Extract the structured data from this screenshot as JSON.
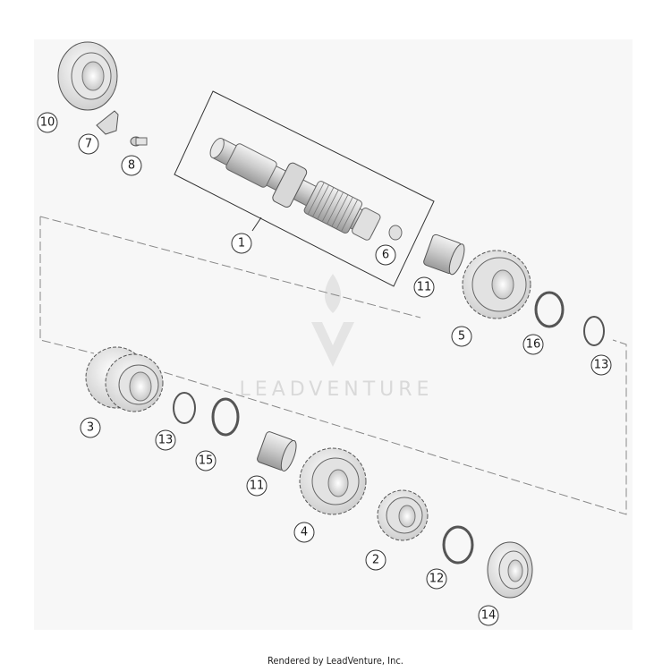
{
  "diagram": {
    "callouts": [
      "1",
      "2",
      "3",
      "4",
      "5",
      "6",
      "7",
      "8",
      "10",
      "11",
      "11",
      "12",
      "13",
      "13",
      "14",
      "15",
      "16"
    ]
  },
  "watermark": {
    "text": "LEADVENTURE"
  },
  "footer": {
    "credit": "Rendered by LeadVenture, Inc."
  }
}
